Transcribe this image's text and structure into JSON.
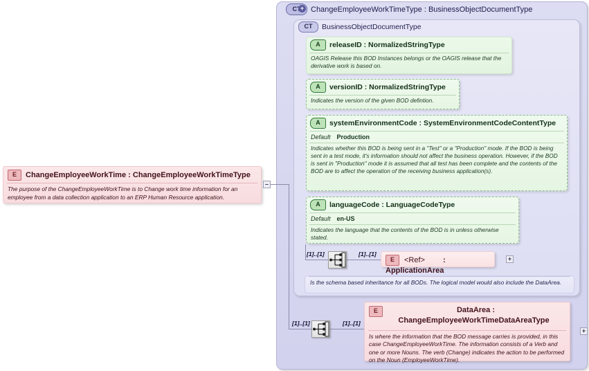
{
  "diagram": {
    "type": "xsd-schema-diagram",
    "root_element": {
      "icon": "element-icon",
      "name": "ChangeEmployeeWorkTime",
      "separator": ":",
      "type": "ChangeEmployeeWorkTimeType",
      "documentation": "The purpose of the ChangeEmployeeWorkTime is to Change work time information for an employee from a data collection application to an ERP Human Resource application.",
      "collapse_label": "–"
    },
    "outer_complex_type": {
      "icon": "complextype-expanded-icon",
      "icon_label": "CT",
      "icon_plus": "+",
      "name": "ChangeEmployeeWorkTimeType",
      "separator": ":",
      "base": "BusinessObjectDocumentType",
      "title": "ChangeEmployeeWorkTimeType : BusinessObjectDocumentType"
    },
    "inner_complex_type": {
      "icon": "complextype-icon",
      "icon_label": "CT",
      "title": "BusinessObjectDocumentType",
      "documentation": "Is the schema based inheritance for all BODs. The logical model would also include the DataArea."
    },
    "attributes": [
      {
        "icon": "attribute-icon",
        "icon_label": "A",
        "name": "releaseID",
        "separator": ":",
        "type": "NormalizedStringType",
        "title": "releaseID : NormalizedStringType",
        "required": true,
        "default_label": "",
        "default_value": "",
        "documentation": "OAGIS Release this BOD Instances belongs or the OAGIS release that the derivative work is based on."
      },
      {
        "icon": "attribute-icon",
        "icon_label": "A",
        "name": "versionID",
        "separator": ":",
        "type": "NormalizedStringType",
        "title": "versionID : NormalizedStringType",
        "required": false,
        "default_label": "",
        "default_value": "",
        "documentation": "Indicates the version of the given BOD defintion."
      },
      {
        "icon": "attribute-icon",
        "icon_label": "A",
        "name": "systemEnvironmentCode",
        "separator": ":",
        "type": "SystemEnvironmentCodeContentType",
        "title": "systemEnvironmentCode : SystemEnvironmentCodeContentType",
        "required": false,
        "default_label": "Default",
        "default_value": "Production",
        "documentation": "Indicates whether this BOD is being sent in a \"Test\" or a \"Production\" mode. If the BOD is being sent in a test mode, it's information should not affect the business operation. However, if the BOD is sent in \"Production\" mode it is assumed that all test has been complete and the contents of the BOD are to affect the operation of the receiving business application(s)."
      },
      {
        "icon": "attribute-icon",
        "icon_label": "A",
        "name": "languageCode",
        "separator": ":",
        "type": "LanguageCodeType",
        "title": "languageCode : LanguageCodeType",
        "required": false,
        "default_label": "Default",
        "default_value": "en-US",
        "documentation": "Indicates the language that the contents of the BOD is in unless otherwise stated."
      }
    ],
    "compositors": [
      {
        "name": "sequence-application-area",
        "icon": "sequence-icon",
        "cardinality_left": "[1]..[1]",
        "cardinality_right": "[1]..[1]"
      },
      {
        "name": "sequence-data-area",
        "icon": "sequence-icon",
        "cardinality_left": "[1]..[1]",
        "cardinality_right": "[1]..[1]"
      }
    ],
    "child_elements": [
      {
        "icon": "element-icon",
        "icon_label": "E",
        "name": "<Ref>",
        "separator": ":",
        "type": "ApplicationArea",
        "title": "<Ref>   : ApplicationArea",
        "expand_label": "+",
        "documentation": ""
      },
      {
        "icon": "element-icon",
        "icon_label": "E",
        "name": "DataArea",
        "separator": ":",
        "type": "ChangeEmployeeWorkTimeDataAreaType",
        "title": "DataArea : ChangeEmployeeWorkTimeDataAreaType",
        "expand_label": "+",
        "documentation": "Is where the information that the BOD message carries is provided, in this case ChangeEmployeeWorkTime. The information consists of a Verb and one or more Nouns. The verb (Change) indicates the action to be performed on the Noun (EmployeeWorkTime)."
      }
    ],
    "colors": {
      "element_fill": "#f8dcdf",
      "attribute_fill": "#e2f4df",
      "complextype_fill": "#d2d2ee",
      "complextype_inner_fill": "#dedef4",
      "line": "#8b8baa"
    }
  }
}
